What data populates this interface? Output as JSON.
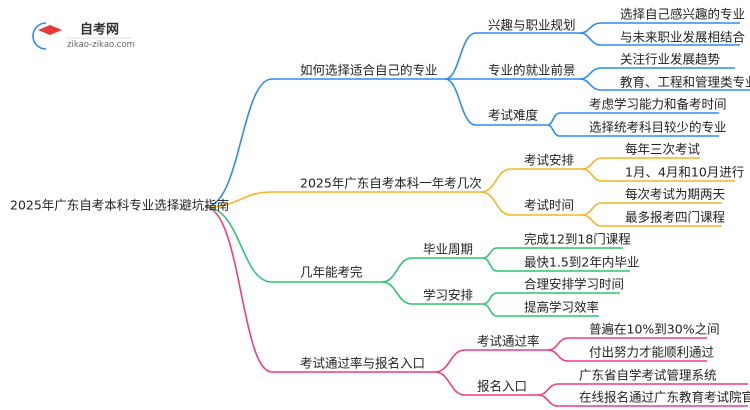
{
  "logo": {
    "name": "自考网",
    "url": "zikao-zikao.com"
  },
  "colors": {
    "blue": "#2f8cf0",
    "orange": "#f5b324",
    "green": "#2fc56f",
    "pink": "#ef3c82"
  },
  "root": "2025年广东自考本科专业选择避坑指南",
  "branches": [
    {
      "label": "如何选择适合自己的专业",
      "children": [
        {
          "label": "兴趣与职业规划",
          "leaves": [
            "选择自己感兴趣的专业",
            "与未来职业发展相结合"
          ]
        },
        {
          "label": "专业的就业前景",
          "leaves": [
            "关注行业发展趋势",
            "教育、工程和管理类专业"
          ]
        },
        {
          "label": "考试难度",
          "leaves": [
            "考虑学习能力和备考时间",
            "选择统考科目较少的专业"
          ]
        }
      ]
    },
    {
      "label": "2025年广东自考本科一年考几次",
      "children": [
        {
          "label": "考试安排",
          "leaves": [
            "每年三次考试",
            "1月、4月和10月进行"
          ]
        },
        {
          "label": "考试时间",
          "leaves": [
            "每次考试为期两天",
            "最多报考四门课程"
          ]
        }
      ]
    },
    {
      "label": "几年能考完",
      "children": [
        {
          "label": "毕业周期",
          "leaves": [
            "完成12到18门课程",
            "最快1.5到2年内毕业"
          ]
        },
        {
          "label": "学习安排",
          "leaves": [
            "合理安排学习时间",
            "提高学习效率"
          ]
        }
      ]
    },
    {
      "label": "考试通过率与报名入口",
      "children": [
        {
          "label": "考试通过率",
          "leaves": [
            "普遍在10%到30%之间",
            "付出努力才能顺利通过"
          ]
        },
        {
          "label": "报名入口",
          "leaves": [
            "广东省自学考试管理系统",
            "在线报名通过广东教育考试院官网"
          ]
        }
      ]
    }
  ]
}
